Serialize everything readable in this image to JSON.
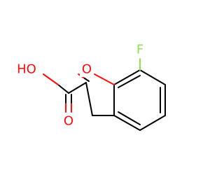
{
  "atoms": {
    "fluorine": {
      "label": "F",
      "color": "#90e050"
    },
    "ring_oxygen": {
      "label": "O",
      "color": "#ff0d0d"
    },
    "hydroxyl": {
      "label": "HO",
      "color": "#ff0d0d"
    },
    "carbonyl_oxygen": {
      "label": "O",
      "color": "#ff0d0d"
    }
  },
  "colors": {
    "bond": "#000000",
    "oxygen": "#ff0d0d",
    "fluorine": "#90e050",
    "background": "#ffffff"
  }
}
